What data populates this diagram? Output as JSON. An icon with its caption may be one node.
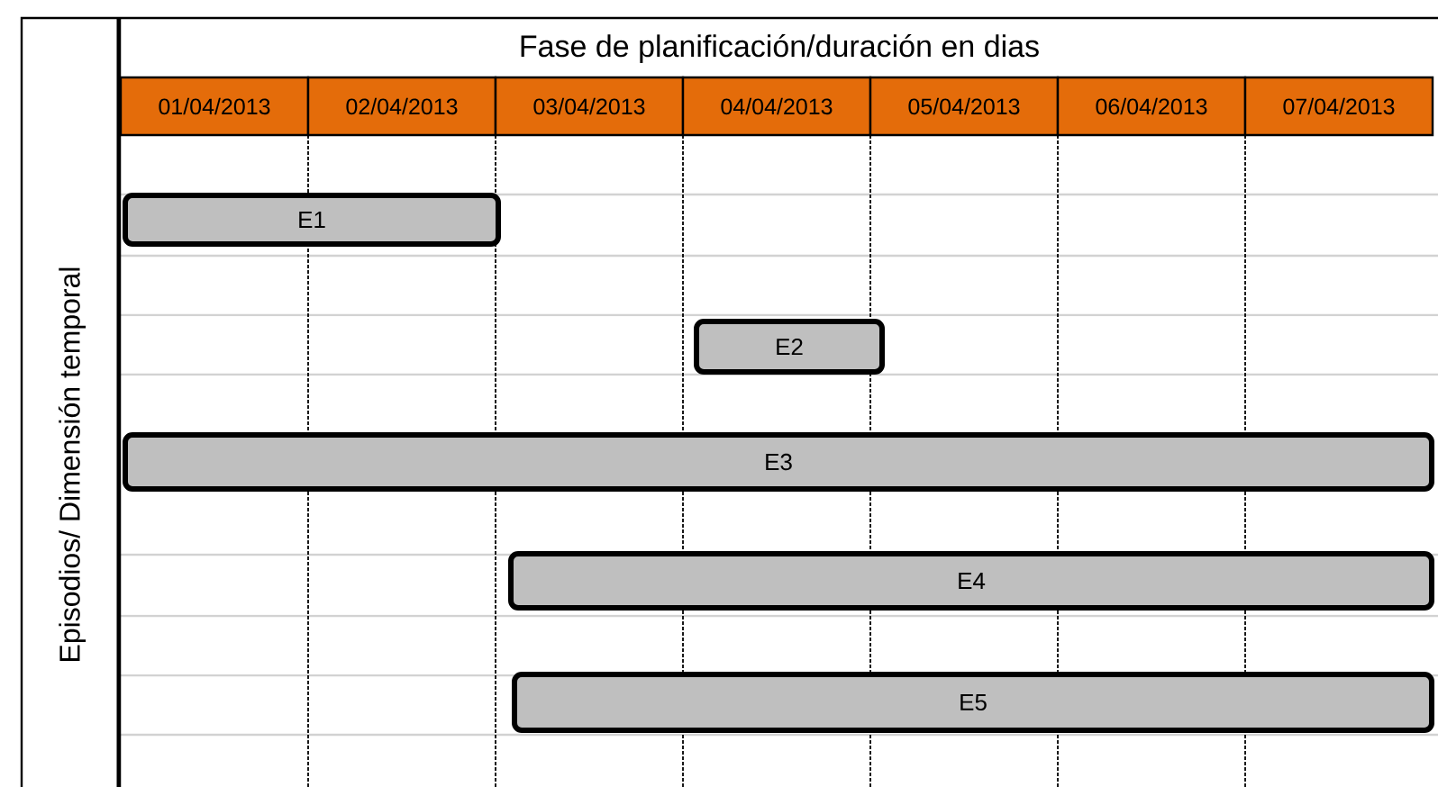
{
  "diagram": {
    "title": "Fase de planificación/duración en dias",
    "nodes": [
      {
        "text": [
          "E1"
        ]
      },
      {
        "text": [
          "E2"
        ]
      },
      {
        "text": [
          "E3"
        ]
      },
      {
        "text": [
          "E4"
        ]
      },
      {
        "text": [
          "E5"
        ]
      }
    ],
    "labels": [
      "01/04/2013",
      "02/04/2013",
      "03/04/2013",
      "04/04/2013",
      "05/04/2013",
      "06/04/2013",
      "07/04/2013",
      "Episodios/ Dimensión temporal"
    ]
  }
}
